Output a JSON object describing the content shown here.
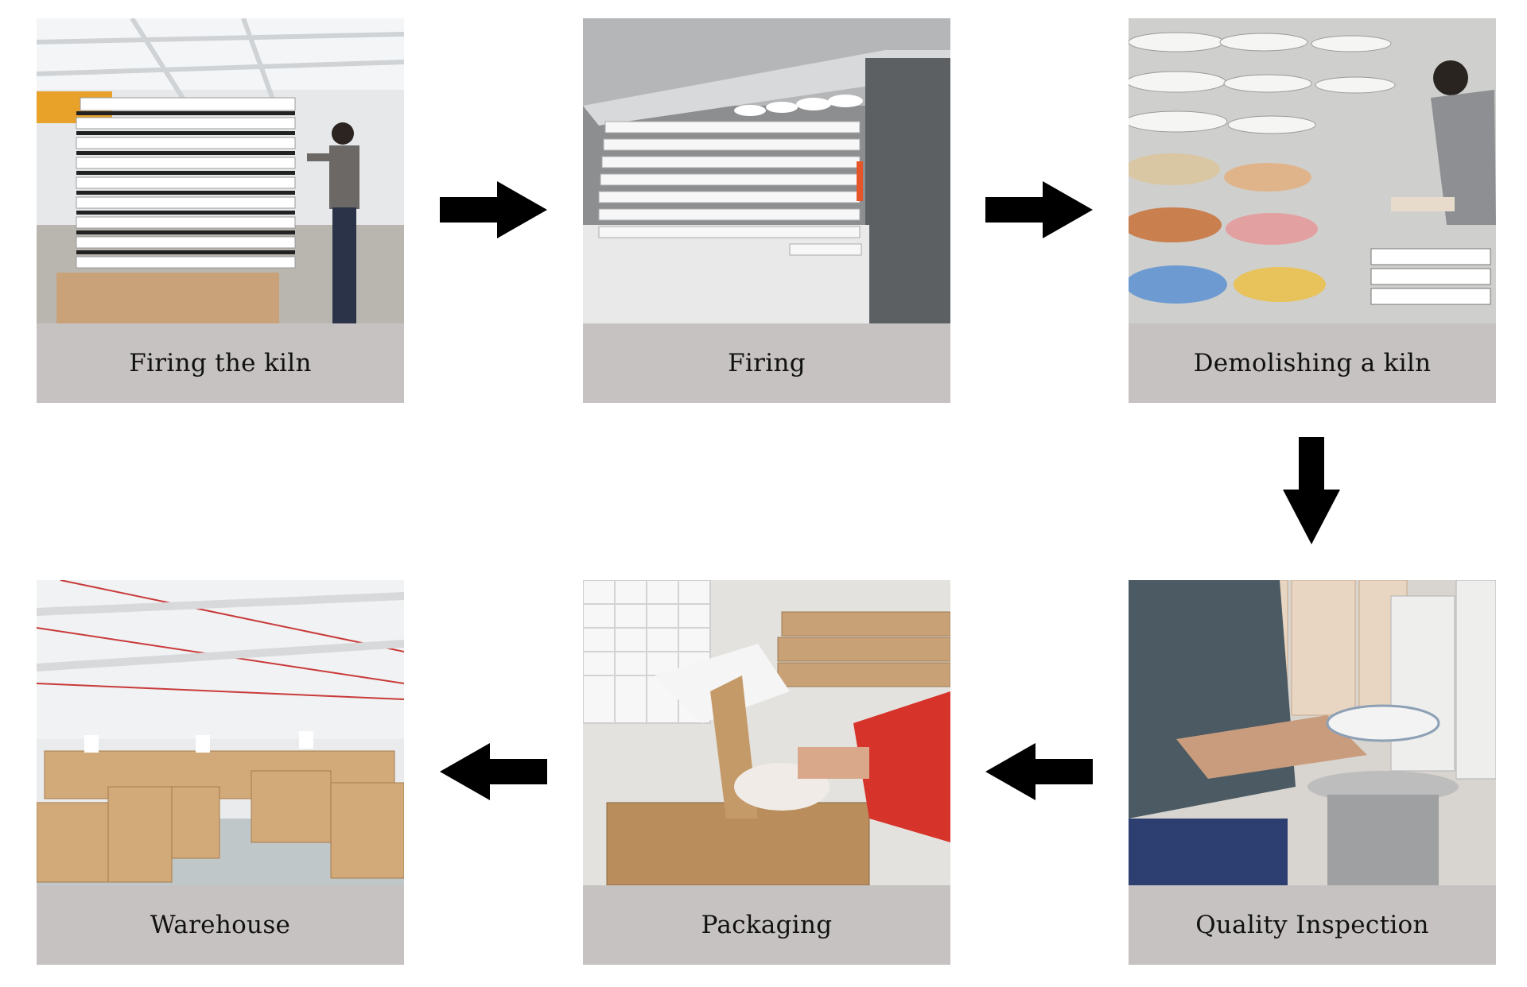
{
  "steps": [
    {
      "label": "Firing the kiln"
    },
    {
      "label": "Firing"
    },
    {
      "label": "Demolishing a kiln"
    },
    {
      "label": "Quality Inspection"
    },
    {
      "label": "Packaging"
    },
    {
      "label": "Warehouse"
    }
  ],
  "flow": {
    "arrows": [
      {
        "from": "Firing the kiln",
        "to": "Firing",
        "direction": "right"
      },
      {
        "from": "Firing",
        "to": "Demolishing a kiln",
        "direction": "right"
      },
      {
        "from": "Demolishing a kiln",
        "to": "Quality Inspection",
        "direction": "down"
      },
      {
        "from": "Quality Inspection",
        "to": "Packaging",
        "direction": "left"
      },
      {
        "from": "Packaging",
        "to": "Warehouse",
        "direction": "left"
      }
    ]
  },
  "colors": {
    "caption_background": "#c7c2c2",
    "arrow": "#000000",
    "background": "#ffffff"
  }
}
